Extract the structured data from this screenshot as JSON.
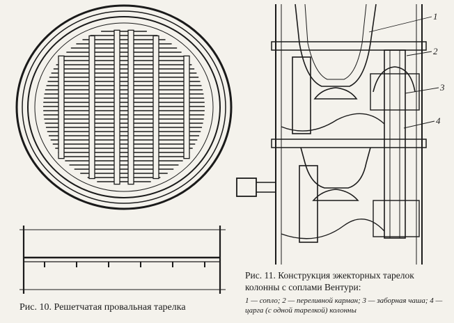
{
  "figure10": {
    "caption": "Рис. 10. Решетчатая провальная тарелка"
  },
  "figure11": {
    "caption": "Рис. 11. Конструкция эжекторных тарелок колонны с соплами Вентури:",
    "legend": "1 — сопло; 2 — переливной карман; 3 — заборная чаша; 4 — царга (с одной тарелкой) колонны",
    "callouts": [
      "1",
      "2",
      "3",
      "4"
    ]
  }
}
